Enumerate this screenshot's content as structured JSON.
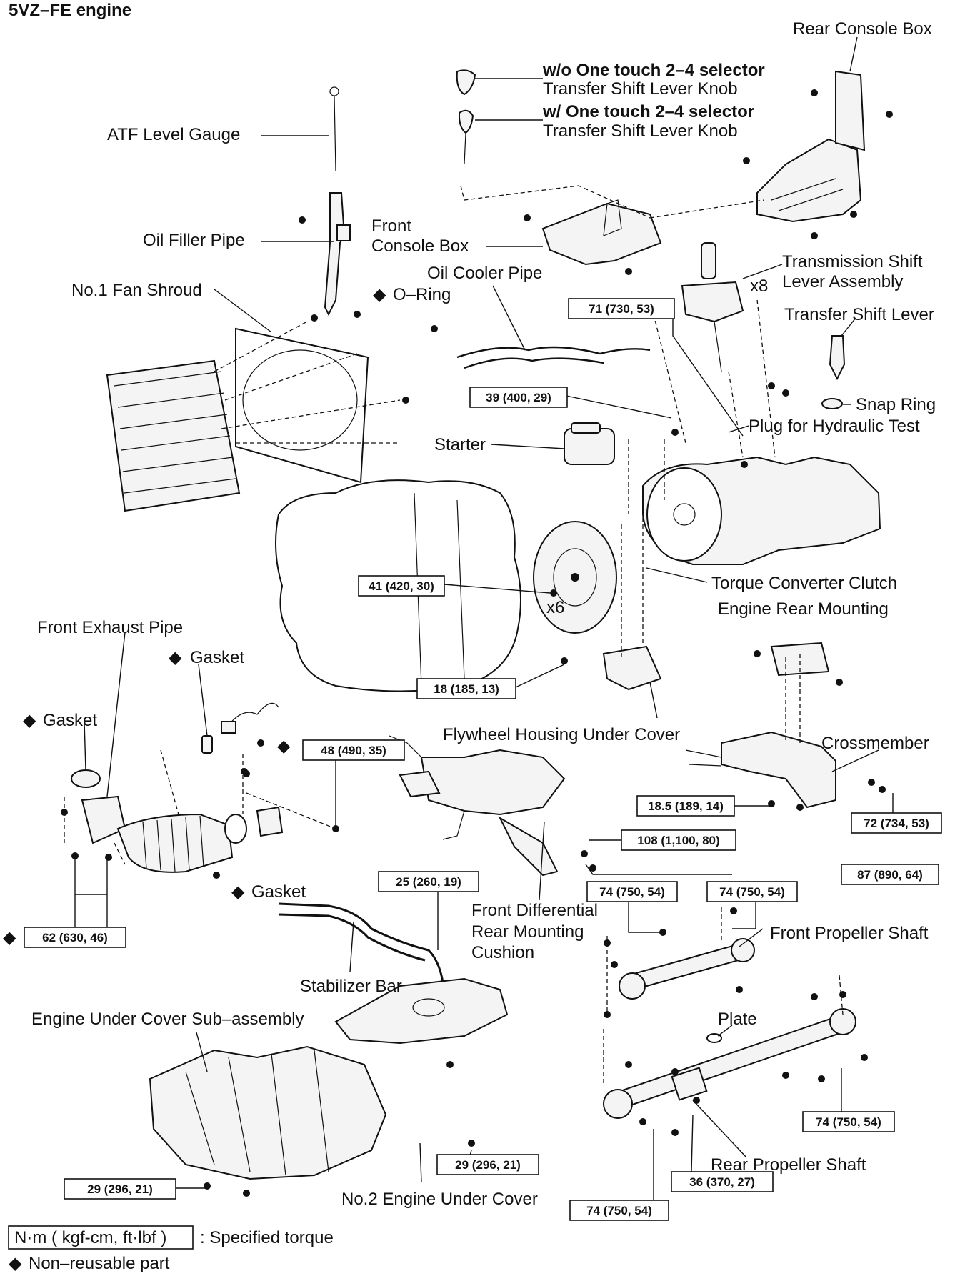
{
  "engine_title": "5VZ–FE engine",
  "labels": {
    "rear_console_box": "Rear Console Box",
    "wo_selector": "w/o One touch 2–4 selector",
    "knob_1": "Transfer Shift Lever Knob",
    "w_selector": "w/ One touch 2–4 selector",
    "knob_2": "Transfer Shift Lever Knob",
    "atf_level_gauge": "ATF Level Gauge",
    "oil_filler_pipe": "Oil Filler Pipe",
    "front_console_1": "Front",
    "front_console_2": "Console Box",
    "oil_cooler_pipe": "Oil Cooler Pipe",
    "o_ring": "O–Ring",
    "fan_shroud": "No.1 Fan Shroud",
    "trans_shift_1": "Transmission Shift",
    "trans_shift_2": "Lever Assembly",
    "x8": "x8",
    "transfer_shift_lever": "Transfer Shift Lever",
    "snap_ring": "Snap Ring",
    "plug_hydraulic": "Plug for Hydraulic Test",
    "starter": "Starter",
    "torque_converter": "Torque Converter Clutch",
    "x6": "x6",
    "engine_rear_mounting": "Engine Rear Mounting",
    "front_exhaust_pipe": "Front Exhaust Pipe",
    "gasket_top": "Gasket",
    "gasket_left": "Gasket",
    "gasket_bottom": "Gasket",
    "flywheel_cover": "Flywheel Housing Under Cover",
    "crossmember": "Crossmember",
    "front_diff_1": "Front Differential",
    "front_diff_2": "Rear Mounting",
    "front_diff_3": "Cushion",
    "stabilizer_bar": "Stabilizer Bar",
    "front_prop_shaft": "Front Propeller Shaft",
    "engine_under_cover": "Engine Under Cover Sub–assembly",
    "plate": "Plate",
    "rear_prop_shaft": "Rear Propeller Shaft",
    "no2_under_cover": "No.2 Engine Under Cover"
  },
  "torques": {
    "t71": "71 (730, 53)",
    "t39": "39 (400, 29)",
    "t41": "41 (420, 30)",
    "t18": "18 (185, 13)",
    "t48": "48 (490, 35)",
    "t18_5": "18.5 (189, 14)",
    "t72": "72 (734, 53)",
    "t108": "108 (1,100, 80)",
    "t87": "87 (890, 64)",
    "t25": "25 (260, 19)",
    "t74a": "74 (750, 54)",
    "t74b": "74 (750, 54)",
    "t62": "62 (630, 46)",
    "t74c": "74 (750, 54)",
    "t29a": "29 (296, 21)",
    "t29b": "29 (296, 21)",
    "t36": "36 (370, 27)",
    "t74d": "74 (750, 54)"
  },
  "legend": {
    "torque_unit": "N·m ( kgf-cm, ft·lbf )",
    "torque_desc": ": Specified torque",
    "non_reusable": "Non–reusable part",
    "diamond": "◆"
  }
}
